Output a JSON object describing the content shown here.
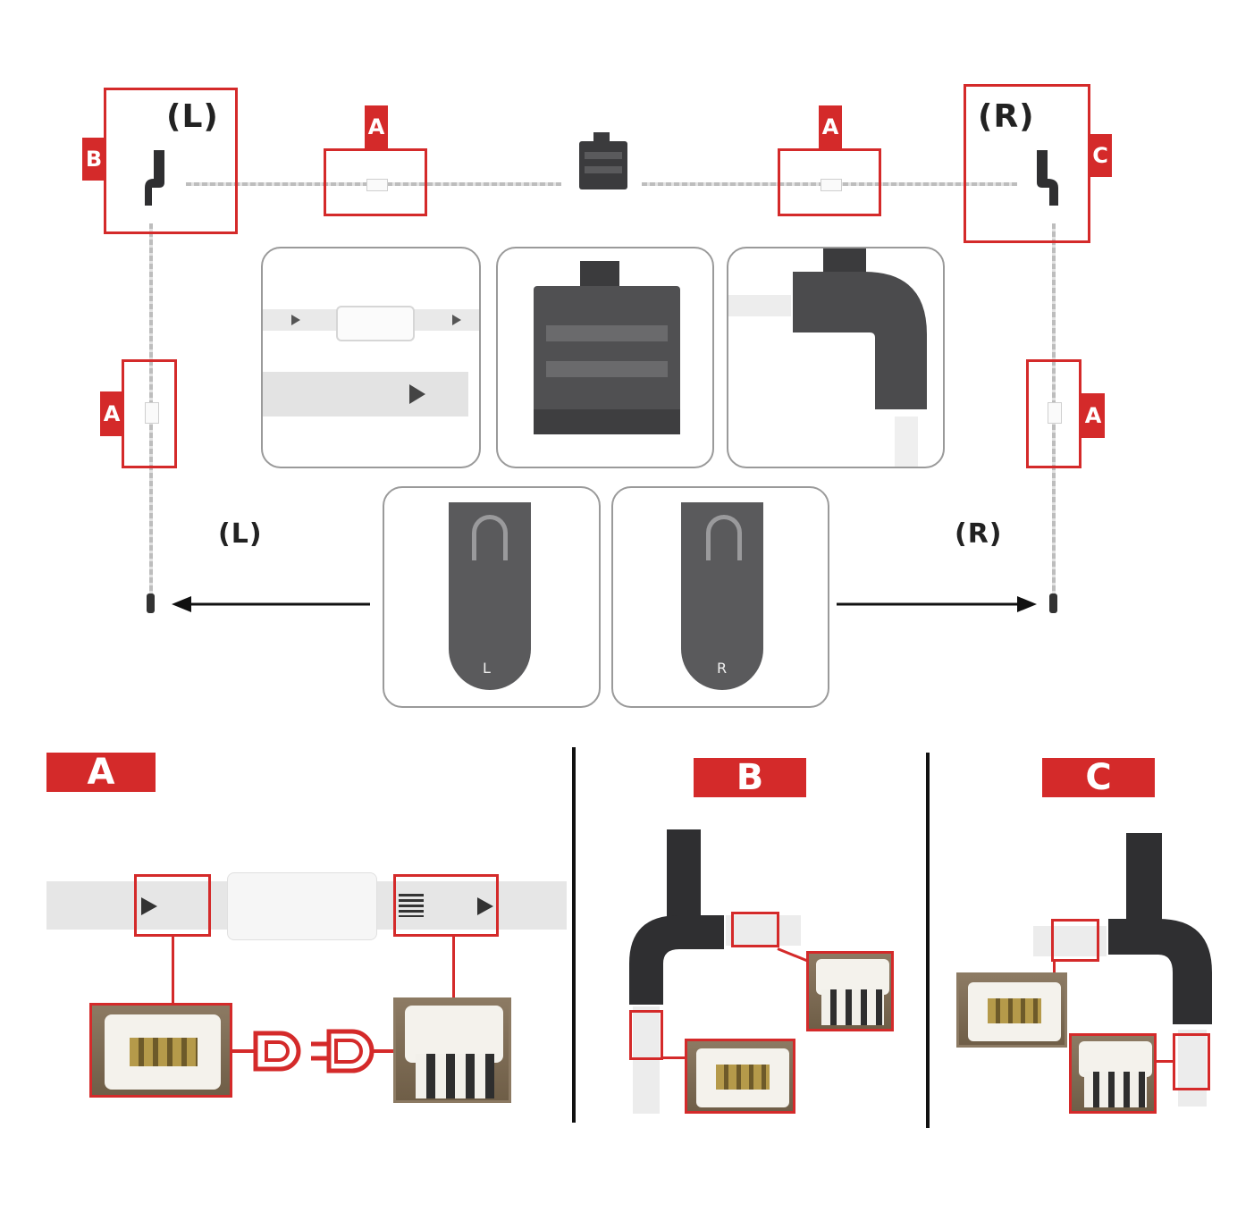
{
  "overview": {
    "callout_a": "A",
    "callout_b": "B",
    "callout_c": "C",
    "left_label": "(L)",
    "right_label": "(R)",
    "cap_left_letter": "L",
    "cap_right_letter": "R"
  },
  "legend": {
    "a_title": "A",
    "b_title": "B",
    "c_title": "C"
  },
  "colors": {
    "accent": "#d42a2a",
    "connector": "#4a4a4c",
    "strip": "#e4e4e4"
  },
  "icons": [
    "plug-icon",
    "socket-icon",
    "arrow-left-icon",
    "arrow-right-icon",
    "direction-arrow-icon"
  ]
}
